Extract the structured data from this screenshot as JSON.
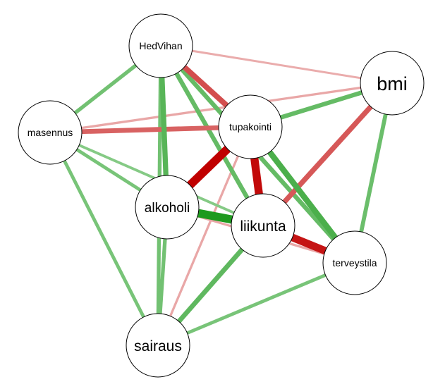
{
  "network": {
    "nodes": [
      {
        "id": "HedVihan",
        "label": "HedVihan"
      },
      {
        "id": "bmi",
        "label": "bmi"
      },
      {
        "id": "masennus",
        "label": "masennus"
      },
      {
        "id": "tupakointi",
        "label": "tupakointi"
      },
      {
        "id": "alkoholi",
        "label": "alkoholi"
      },
      {
        "id": "liikunta",
        "label": "liikunta"
      },
      {
        "id": "terveystila",
        "label": "terveystila"
      },
      {
        "id": "sairaus",
        "label": "sairaus"
      }
    ],
    "edges": [
      {
        "from": "HedVihan",
        "to": "bmi",
        "sign": "negative",
        "strength": 0.12
      },
      {
        "from": "HedVihan",
        "to": "masennus",
        "sign": "positive",
        "strength": 0.35
      },
      {
        "from": "HedVihan",
        "to": "tupakointi",
        "sign": "negative",
        "strength": 0.6
      },
      {
        "from": "HedVihan",
        "to": "alkoholi",
        "sign": "positive",
        "strength": 0.55
      },
      {
        "from": "HedVihan",
        "to": "liikunta",
        "sign": "positive",
        "strength": 0.45
      },
      {
        "from": "HedVihan",
        "to": "terveystila",
        "sign": "positive",
        "strength": 0.45
      },
      {
        "from": "HedVihan",
        "to": "sairaus",
        "sign": "positive",
        "strength": 0.35
      },
      {
        "from": "masennus",
        "to": "bmi",
        "sign": "negative",
        "strength": 0.15
      },
      {
        "from": "masennus",
        "to": "tupakointi",
        "sign": "negative",
        "strength": 0.5
      },
      {
        "from": "masennus",
        "to": "alkoholi",
        "sign": "positive",
        "strength": 0.3
      },
      {
        "from": "masennus",
        "to": "liikunta",
        "sign": "positive",
        "strength": 0.2
      },
      {
        "from": "masennus",
        "to": "sairaus",
        "sign": "positive",
        "strength": 0.3
      },
      {
        "from": "tupakointi",
        "to": "bmi",
        "sign": "positive",
        "strength": 0.45
      },
      {
        "from": "tupakointi",
        "to": "alkoholi",
        "sign": "negative",
        "strength": 1.0
      },
      {
        "from": "tupakointi",
        "to": "liikunta",
        "sign": "negative",
        "strength": 0.95
      },
      {
        "from": "tupakointi",
        "to": "terveystila",
        "sign": "positive",
        "strength": 0.65
      },
      {
        "from": "tupakointi",
        "to": "sairaus",
        "sign": "negative",
        "strength": 0.15
      },
      {
        "from": "bmi",
        "to": "liikunta",
        "sign": "negative",
        "strength": 0.55
      },
      {
        "from": "bmi",
        "to": "terveystila",
        "sign": "positive",
        "strength": 0.4
      },
      {
        "from": "alkoholi",
        "to": "liikunta",
        "sign": "positive",
        "strength": 1.0
      },
      {
        "from": "alkoholi",
        "to": "sairaus",
        "sign": "positive",
        "strength": 0.35
      },
      {
        "from": "liikunta",
        "to": "terveystila",
        "sign": "negative",
        "strength": 0.9
      },
      {
        "from": "liikunta",
        "to": "sairaus",
        "sign": "positive",
        "strength": 0.5
      },
      {
        "from": "terveystila",
        "to": "sairaus",
        "sign": "positive",
        "strength": 0.3
      },
      {
        "from": "alkoholi",
        "to": "terveystila",
        "sign": "negative",
        "strength": 0.15
      }
    ],
    "colors": {
      "positive_strong": "#1e9a1e",
      "positive_light": "#9fd69f",
      "negative_strong": "#c00000",
      "negative_light": "#f0c4c4",
      "node_fill": "#ffffff",
      "node_stroke": "#000000"
    }
  }
}
